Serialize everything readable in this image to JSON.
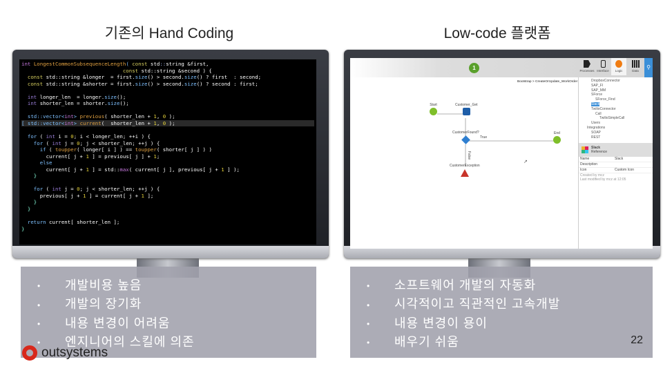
{
  "left": {
    "title": "기존의 Hand Coding",
    "code_lines": [
      [
        [
          "int ",
          "#c678dd"
        ],
        [
          "LongestCommonSubsequenceLength",
          "#e0a040"
        ],
        [
          "( ",
          "#7ec0ff"
        ],
        [
          "const ",
          "#d8d060"
        ],
        [
          "std",
          "#ffffff"
        ],
        [
          "::",
          "#9ad"
        ],
        [
          "string ",
          "#fff"
        ],
        [
          "&first,",
          "#fff"
        ]
      ],
      [
        [
          "                                 ",
          "#fff"
        ],
        [
          "const ",
          "#d8d060"
        ],
        [
          "std::string &second ) {",
          "#fff"
        ]
      ],
      [
        [
          "  const ",
          "#d8d060"
        ],
        [
          "std::string &longer  = first.",
          "#fff"
        ],
        [
          "size",
          "#7ec0ff"
        ],
        [
          "() > second.",
          "#fff"
        ],
        [
          "size",
          "#7ec0ff"
        ],
        [
          "() ? first  : second;",
          "#fff"
        ]
      ],
      [
        [
          "  const ",
          "#d8d060"
        ],
        [
          "std::string &shorter = first.",
          "#fff"
        ],
        [
          "size",
          "#7ec0ff"
        ],
        [
          "() > second.",
          "#fff"
        ],
        [
          "size",
          "#7ec0ff"
        ],
        [
          "() ? second : first;",
          "#fff"
        ]
      ],
      [
        [
          "",
          "#fff"
        ]
      ],
      [
        [
          "  int ",
          "#9a7ed8"
        ],
        [
          "longer_len  = longer.",
          "#fff"
        ],
        [
          "size",
          "#7ec0ff"
        ],
        [
          "();",
          "#fff"
        ]
      ],
      [
        [
          "  int ",
          "#9a7ed8"
        ],
        [
          "shorter_len = shorter.",
          "#fff"
        ],
        [
          "size",
          "#7ec0ff"
        ],
        [
          "();",
          "#fff"
        ]
      ],
      [
        [
          "",
          "#fff"
        ]
      ],
      [
        [
          "  std::vector<",
          "#7ec0ff"
        ],
        [
          "int",
          "#c678dd"
        ],
        [
          "> ",
          "#7ec0ff"
        ],
        [
          "previous",
          "#e0a040"
        ],
        [
          "( shorter_len + ",
          "#fff"
        ],
        [
          "1",
          "#e6d23a"
        ],
        [
          ", ",
          "#fff"
        ],
        [
          "0",
          "#e6d23a"
        ],
        [
          " );",
          "#fff"
        ]
      ],
      [
        [
          "[ std::vector<",
          "#7ec0ff"
        ],
        [
          "int",
          "#c678dd"
        ],
        [
          "> ",
          "#7ec0ff"
        ],
        [
          "current",
          "#e0a040"
        ],
        [
          "(  shorter_len + ",
          "#fff"
        ],
        [
          "1",
          "#e6d23a"
        ],
        [
          ", ",
          "#fff"
        ],
        [
          "0",
          "#e6d23a"
        ],
        [
          " );",
          "#fff"
        ]
      ],
      [
        [
          "",
          "#fff"
        ]
      ],
      [
        [
          "  for ",
          "#7ec0ff"
        ],
        [
          "( ",
          "#fff"
        ],
        [
          "int ",
          "#9a7ed8"
        ],
        [
          "i = ",
          "#fff"
        ],
        [
          "0",
          "#e6d23a"
        ],
        [
          "; i < longer_len; ++i ) {",
          "#fff"
        ]
      ],
      [
        [
          "    for ",
          "#7ec0ff"
        ],
        [
          "( ",
          "#fff"
        ],
        [
          "int ",
          "#9a7ed8"
        ],
        [
          "j = ",
          "#fff"
        ],
        [
          "0",
          "#e6d23a"
        ],
        [
          "; j < shorter_len; ++j ) {",
          "#fff"
        ]
      ],
      [
        [
          "      if ",
          "#7ec0ff"
        ],
        [
          "( ",
          "#fff"
        ],
        [
          "toupper",
          "#e0a040"
        ],
        [
          "( longer[ i ] ) == ",
          "#fff"
        ],
        [
          "toupper",
          "#e0a040"
        ],
        [
          "( shorter[ j ] ) )",
          "#fff"
        ]
      ],
      [
        [
          "        current[ j + ",
          "#fff"
        ],
        [
          "1",
          "#e6d23a"
        ],
        [
          " ] = previous[ j ] + ",
          "#fff"
        ],
        [
          "1",
          "#e6d23a"
        ],
        [
          ";",
          "#fff"
        ]
      ],
      [
        [
          "      else",
          "#7ec0ff"
        ]
      ],
      [
        [
          "        current[ j + ",
          "#fff"
        ],
        [
          "1",
          "#e6d23a"
        ],
        [
          " ] = std::",
          "#fff"
        ],
        [
          "max",
          "#c678dd"
        ],
        [
          "( current[ j ], previous[ j + ",
          "#fff"
        ],
        [
          "1",
          "#e6d23a"
        ],
        [
          " ] );",
          "#fff"
        ]
      ],
      [
        [
          "    }",
          "#8fd"
        ]
      ],
      [
        [
          "",
          "#fff"
        ]
      ],
      [
        [
          "    for ",
          "#7ec0ff"
        ],
        [
          "( ",
          "#fff"
        ],
        [
          "int ",
          "#9a7ed8"
        ],
        [
          "j = ",
          "#fff"
        ],
        [
          "0",
          "#e6d23a"
        ],
        [
          "; j < shorter_len; ++j ) {",
          "#fff"
        ]
      ],
      [
        [
          "      previous[ j + ",
          "#fff"
        ],
        [
          "1",
          "#e6d23a"
        ],
        [
          " ] = current[ j + ",
          "#fff"
        ],
        [
          "1",
          "#e6d23a"
        ],
        [
          " ];",
          "#fff"
        ]
      ],
      [
        [
          "    }",
          "#8fd"
        ]
      ],
      [
        [
          "  }",
          "#8fd"
        ]
      ],
      [
        [
          "",
          "#fff"
        ]
      ],
      [
        [
          "  return ",
          "#7ec0ff"
        ],
        [
          "current[ shorter_len ];",
          "#fff"
        ]
      ],
      [
        [
          "}",
          "#8fd"
        ]
      ]
    ],
    "bullets": [
      "개발비용 높음",
      "개발의 장기화",
      "내용 변경이 어려움",
      "엔지니어의 스킬에 의존"
    ]
  },
  "right": {
    "title": "Low-code 플랫폼",
    "ide": {
      "step_badge": "1",
      "tabs": [
        "Processes",
        "Interface",
        "Logic",
        "Data"
      ],
      "breadcrumb": "Bootstrap > CreateOrUpdate_WorkOrder",
      "nodes": {
        "start": "Start",
        "get": "Customer_Get",
        "if": "CustomerFound?",
        "end": "End",
        "exception": "CustomerException",
        "true_label": "True",
        "false_label": "False"
      },
      "tree": [
        "DropboxConnector",
        "SAP_FI",
        "SAP_MM",
        "SForce",
        "SForce_Find",
        "Slack",
        "TwilioConnector",
        "Call",
        "TwilioSimpleCall",
        "Users",
        "Integrations",
        "SOAP",
        "REST"
      ],
      "props_title": "Slack",
      "props_subtitle": "Reference",
      "props": [
        [
          "Name",
          "Slack"
        ],
        [
          "Description",
          ""
        ],
        [
          "Icon",
          "Custom Icon"
        ]
      ],
      "props_footer": [
        "Created by mcz",
        "Last modified by mcz at 12:05"
      ]
    },
    "bullets": [
      "소프트웨어 개발의 자동화",
      "시각적이고 직관적인 고속개발",
      "내용 변경이 용이",
      "배우기 쉬움"
    ]
  },
  "page_number": "22",
  "logo_text": "outsystems",
  "colors": {
    "brand_red": "#d8281b",
    "accent_green": "#5aa02c",
    "accent_blue": "#3b8fd8"
  }
}
